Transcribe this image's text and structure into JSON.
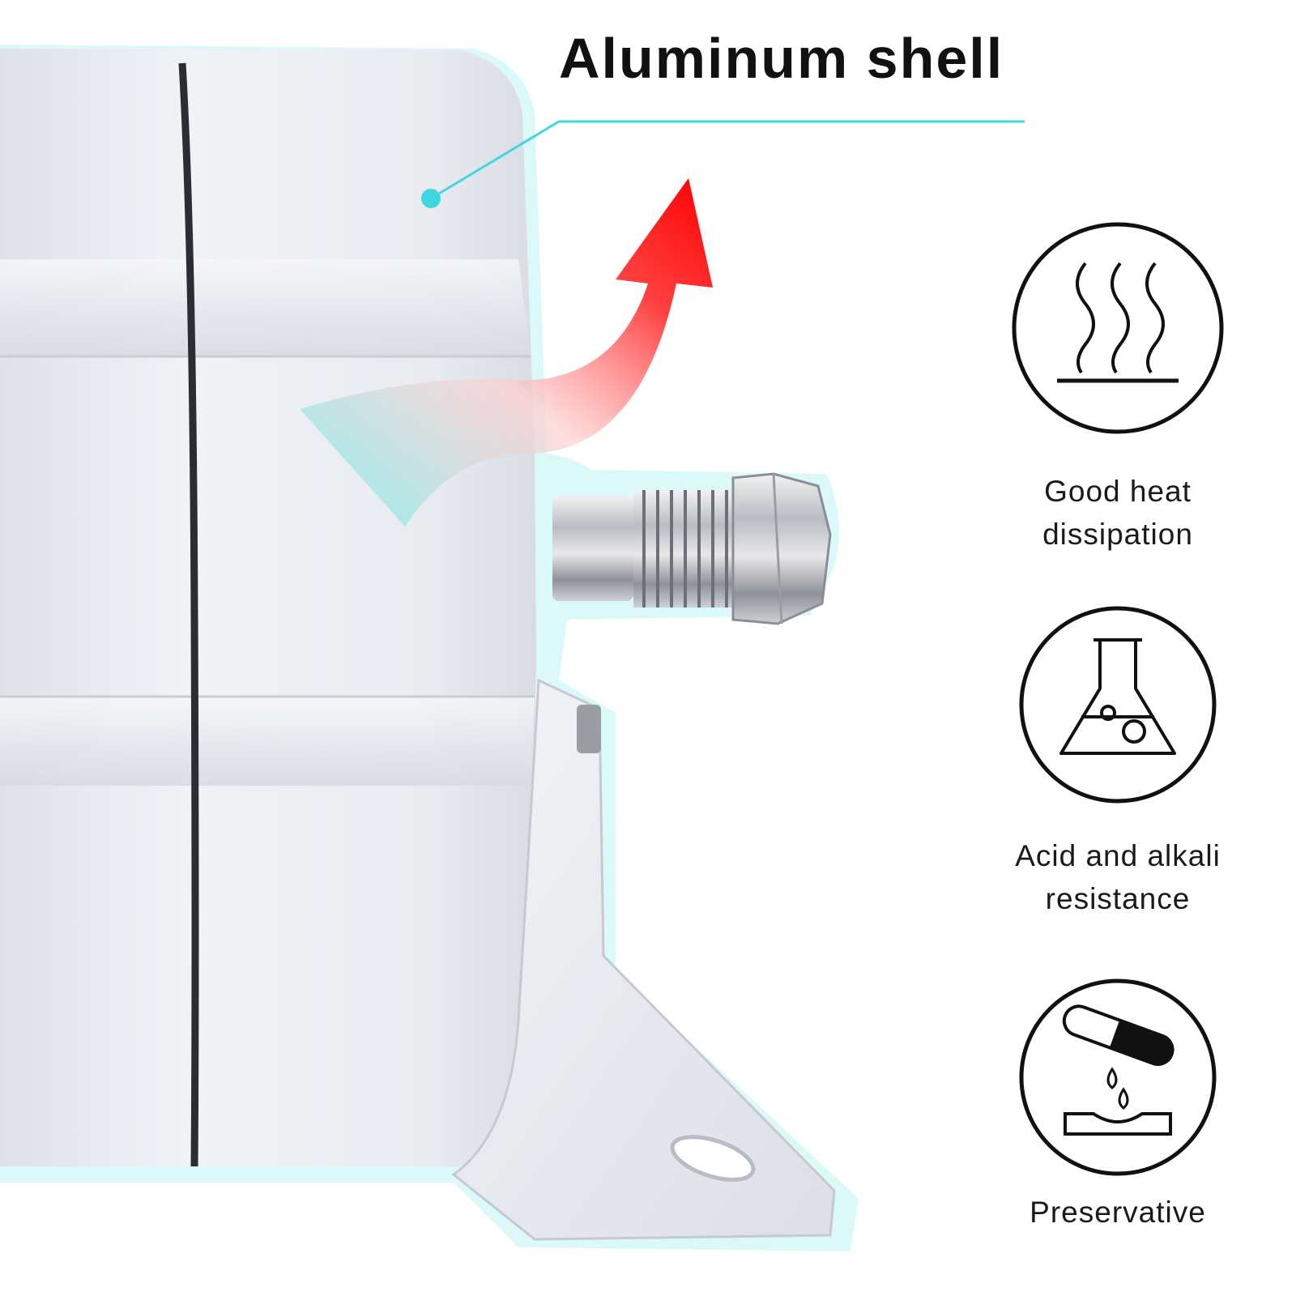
{
  "headline": "Aluminum shell",
  "features": [
    {
      "label_line1": "Good heat",
      "label_line2": "dissipation",
      "icon": "heat-waves-icon"
    },
    {
      "label_line1": "Acid and alkali",
      "label_line2": "resistance",
      "icon": "flask-icon"
    },
    {
      "label_line1": "Preservative",
      "label_line2": "",
      "icon": "drip-coating-icon"
    }
  ],
  "colors": {
    "accent": "#3fd7e0",
    "arrow_red": "#ff1a1a",
    "icon_stroke": "#111111",
    "housing": "#eceef3"
  }
}
